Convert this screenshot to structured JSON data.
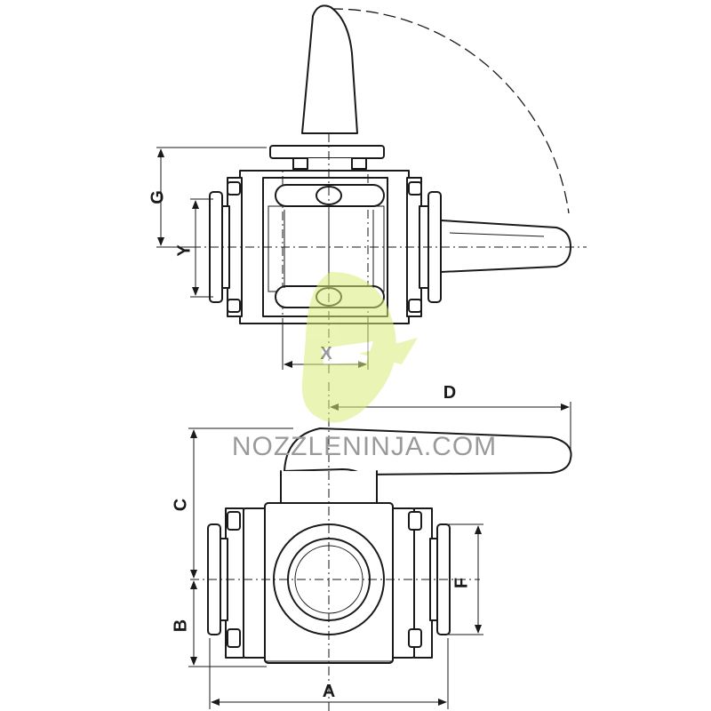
{
  "dimensions": {
    "g": "G",
    "y": "Y",
    "x": "X",
    "d": "D",
    "c": "C",
    "b": "B",
    "f": "F",
    "a": "A"
  },
  "watermark": {
    "text": "NOZZLENINJA.COM",
    "logo_color": "#d9ec7a"
  },
  "colors": {
    "line": "#1a1a1a",
    "watermark_text": "#9a9a9a"
  }
}
